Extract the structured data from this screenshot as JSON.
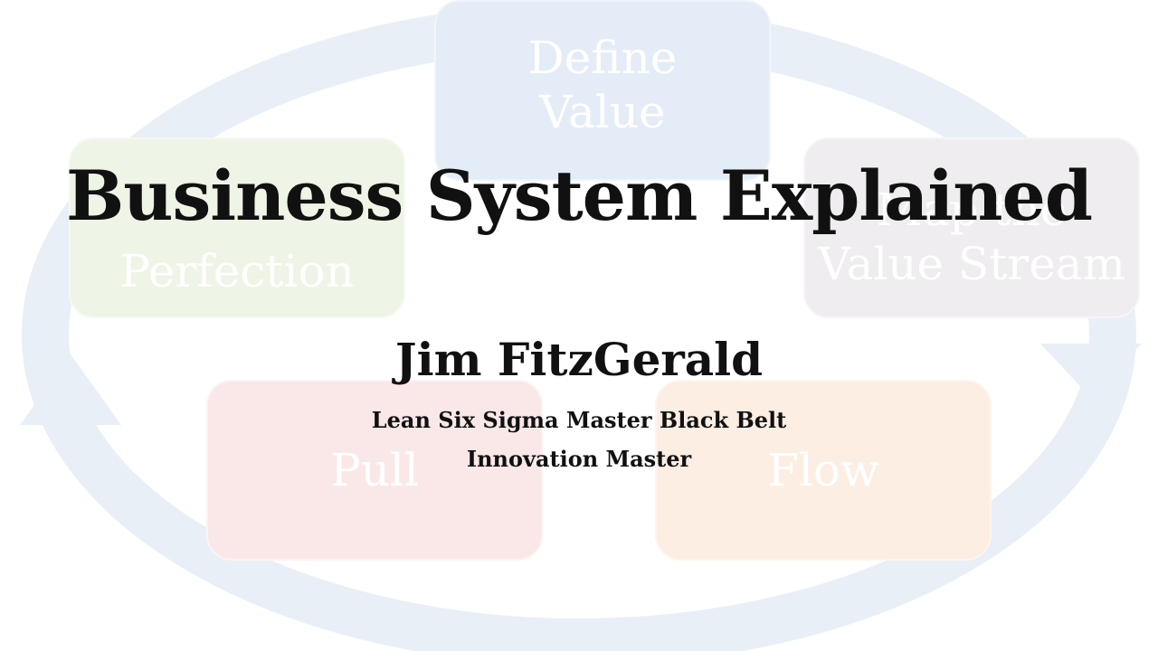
{
  "slide": {
    "title": "Business System Explained",
    "author": "Jim FitzGerald",
    "roles": [
      "Lean Six Sigma Master Black Belt",
      "Innovation Master"
    ]
  },
  "background_cycle": {
    "steps": [
      {
        "label": "Define\nValue",
        "color": "#e4ecf7"
      },
      {
        "label": "Map the\nValue Stream",
        "color": "#efedef"
      },
      {
        "label": "Flow",
        "color": "#fdeee4"
      },
      {
        "label": "Pull",
        "color": "#fae8e8"
      },
      {
        "label": "Perfection",
        "color": "#eef4e6"
      }
    ],
    "arrow_color": "#e6eef6"
  }
}
